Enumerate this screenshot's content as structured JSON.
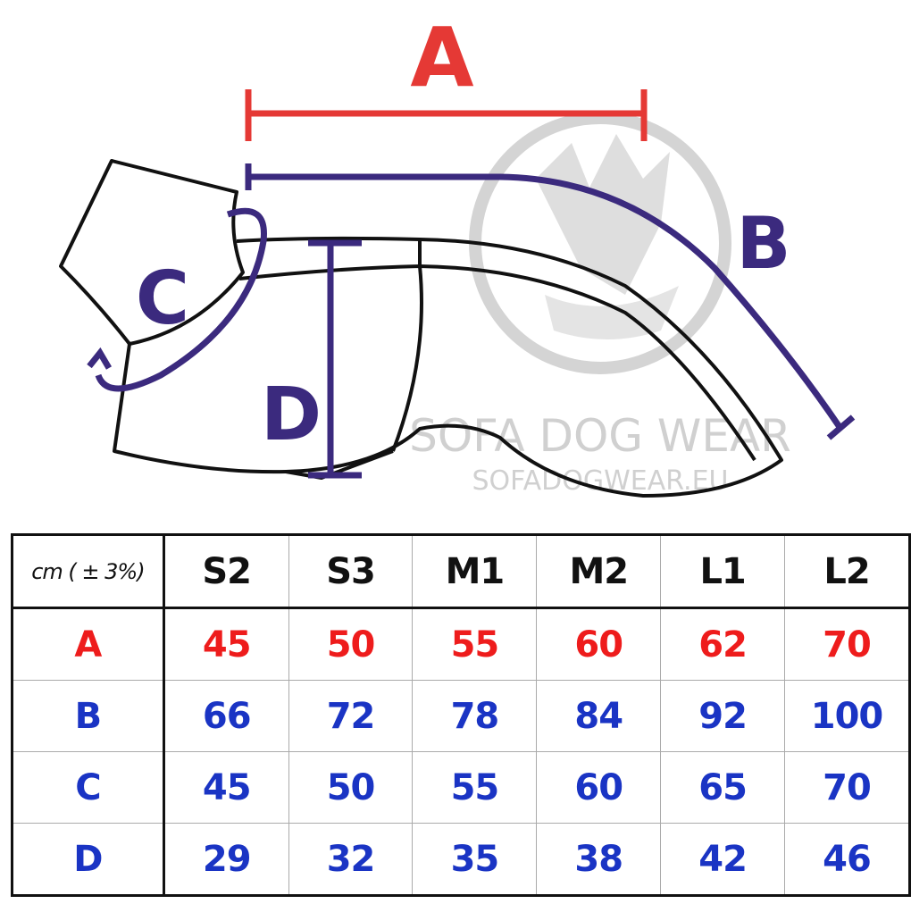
{
  "diagram": {
    "labels": {
      "a": "A",
      "b": "B",
      "c": "C",
      "d": "D"
    },
    "watermark": {
      "brand": "SOFA DOG WEAR",
      "url": "SOFADOGWEAR.EU"
    },
    "colors": {
      "a": "#e53935",
      "measure": "#3b2a7e",
      "outline": "#111111",
      "watermark": "#cfcfcf"
    }
  },
  "table": {
    "unit_label": "cm ( ± 3%)",
    "sizes": [
      "S2",
      "S3",
      "M1",
      "M2",
      "L1",
      "L2"
    ],
    "rows": [
      {
        "label": "A",
        "values": [
          "45",
          "50",
          "55",
          "60",
          "62",
          "70"
        ]
      },
      {
        "label": "B",
        "values": [
          "66",
          "72",
          "78",
          "84",
          "92",
          "100"
        ]
      },
      {
        "label": "C",
        "values": [
          "45",
          "50",
          "55",
          "60",
          "65",
          "70"
        ]
      },
      {
        "label": "D",
        "values": [
          "29",
          "32",
          "35",
          "38",
          "42",
          "46"
        ]
      }
    ],
    "colors": {
      "A": "#ee1c1c",
      "BCD": "#1a34c4"
    }
  }
}
